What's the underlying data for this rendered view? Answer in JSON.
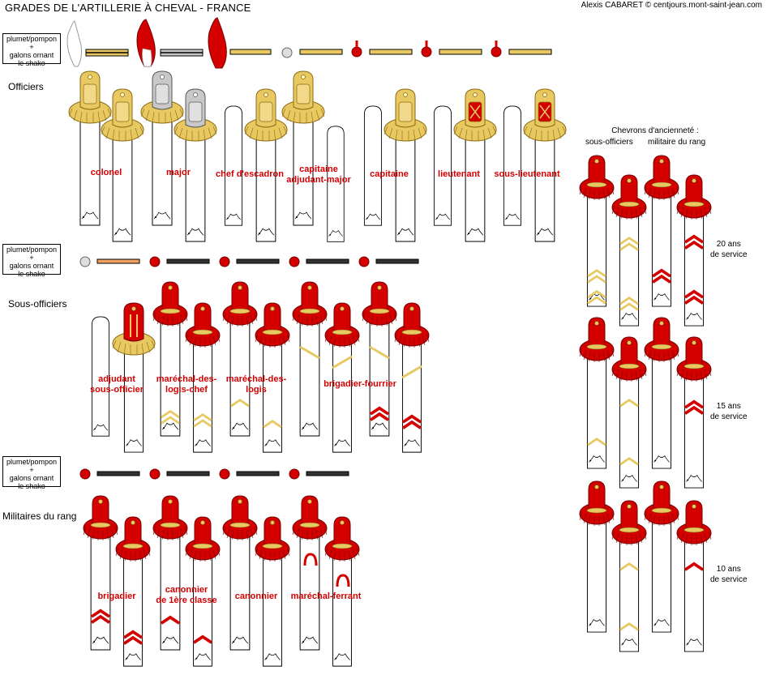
{
  "header": {
    "title": "GRADES DE L'ARTILLERIE À CHEVAL - FRANCE",
    "credit": "Alexis CABARET © centjours.mont-saint-jean.com"
  },
  "plume_label": {
    "line1": "plumet/pompon",
    "line2": "+",
    "line3": "galons ornant",
    "line4": "le shako"
  },
  "sections": {
    "officers": "Officiers",
    "ncos": "Sous-officiers",
    "troops": "Militaires du rang"
  },
  "officer_ranks": [
    "colonel",
    "major",
    "chef d'escadron",
    "capitaine adjudant-major",
    "capitaine",
    "lieutenant",
    "sous-lieutenant"
  ],
  "officer_ranks_display": {
    "r1": "colonel",
    "r2": "major",
    "r3": "chef d'escadron",
    "r4a": "capitaine",
    "r4b": "adjudant-major",
    "r5": "capitaine",
    "r6": "lieutenant",
    "r7": "sous-lieutenant"
  },
  "nco_ranks_display": {
    "r1a": "adjudant",
    "r1b": "sous-officier",
    "r2a": "maréchal-des-",
    "r2b": "logis-chef",
    "r3a": "maréchal-des-",
    "r3b": "logis",
    "r4": "brigadier-fourrier"
  },
  "troop_ranks_display": {
    "r1": "brigadier",
    "r2a": "canonnier",
    "r2b": "de 1ère classe",
    "r3": "canonnier",
    "r4": "maréchal-ferrant"
  },
  "seniority": {
    "title1": "Chevrons d'ancienneté :",
    "title2a": "sous-officiers",
    "title2b": "militaire du rang",
    "s20a": "20 ans",
    "s20b": "de service",
    "s15a": "15 ans",
    "s15b": "de service",
    "s10a": "10 ans",
    "s10b": "de service"
  },
  "colors": {
    "gold": "#e8c860",
    "silver": "#c8c8c8",
    "red": "#d40000",
    "dark_red": "#900000",
    "black_galon": "#333333"
  }
}
